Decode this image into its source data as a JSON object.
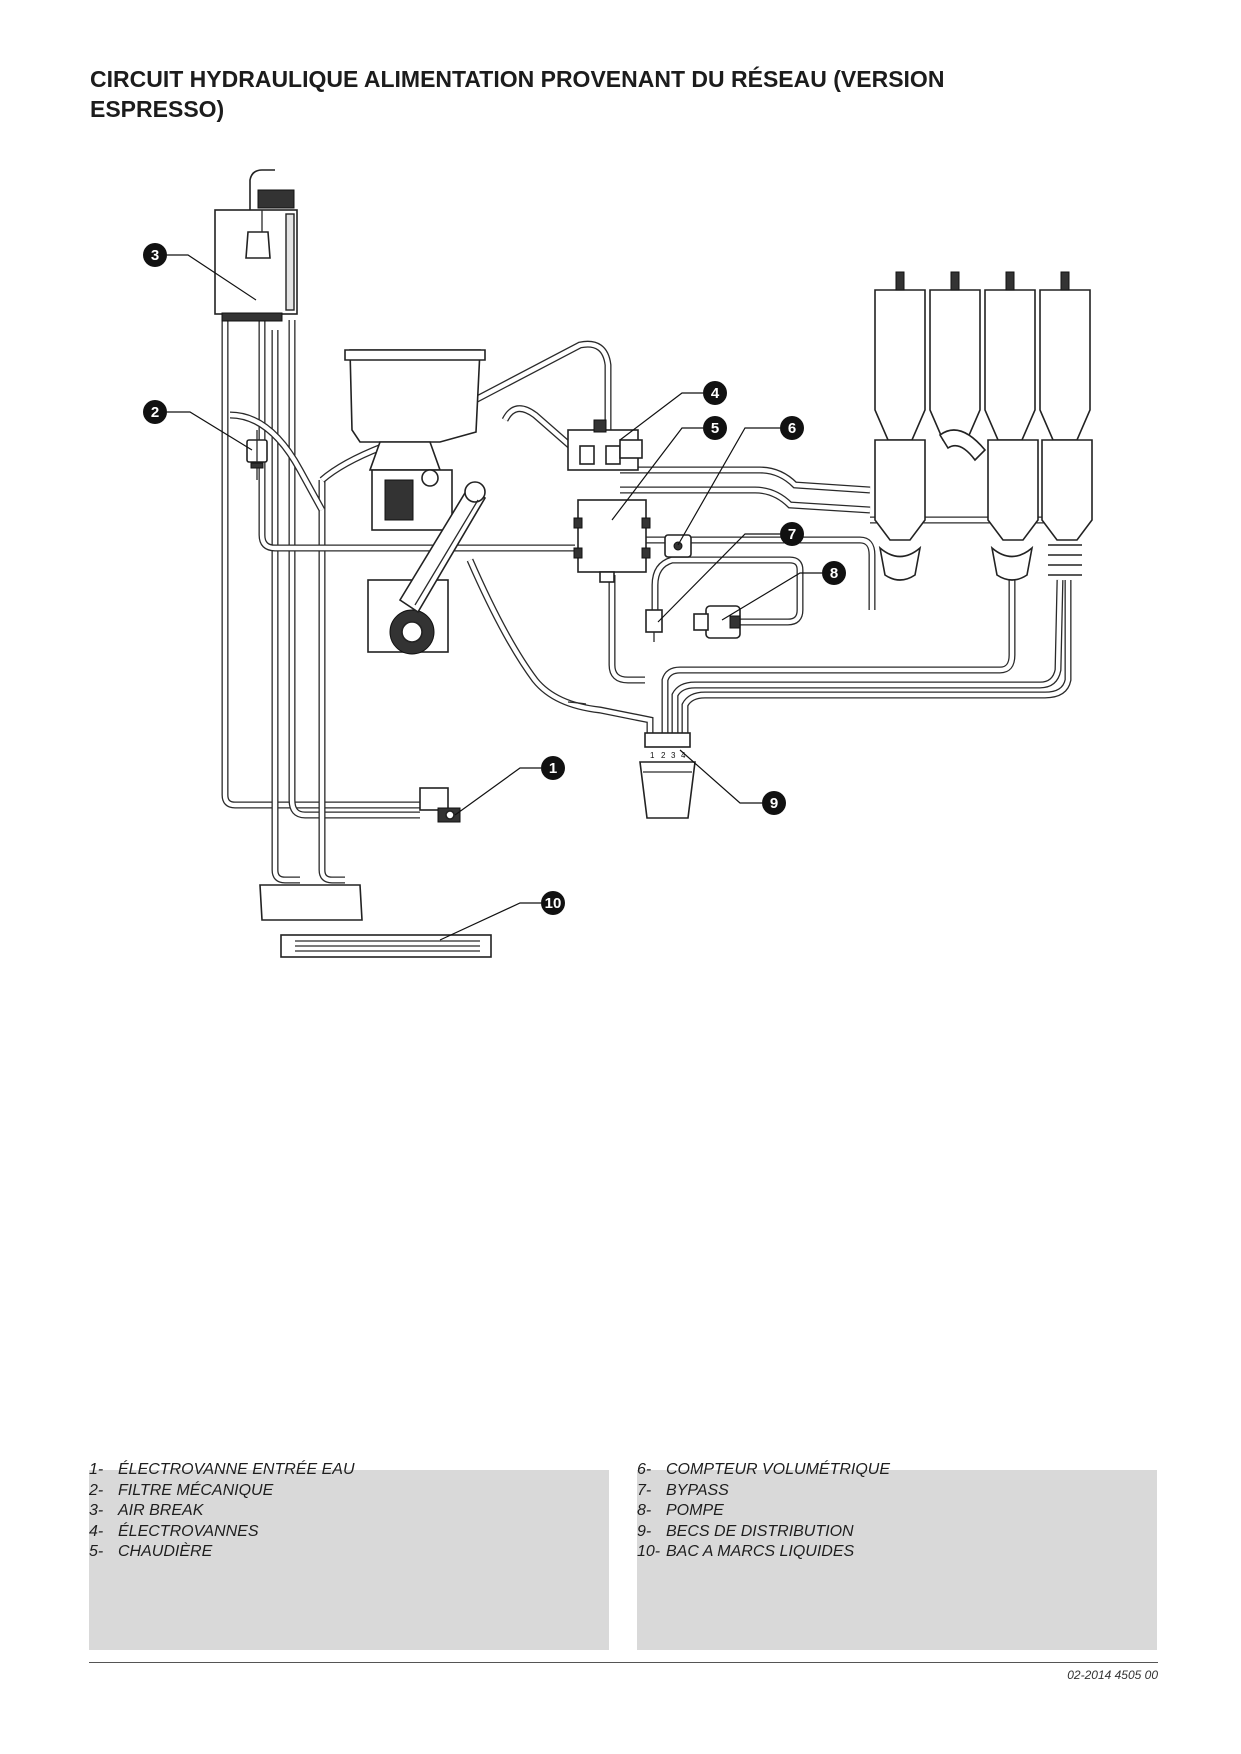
{
  "title": "CIRCUIT HYDRAULIQUE ALIMENTATION PROVENANT DU RÉSEAU (VERSION ESPRESSO)",
  "callouts": [
    "1",
    "2",
    "3",
    "4",
    "5",
    "6",
    "7",
    "8",
    "9",
    "10"
  ],
  "spout_numbers": [
    "1",
    "2",
    "3",
    "4"
  ],
  "legend_left": [
    {
      "num": "1-",
      "text": "ÉLECTROVANNE ENTRÉE EAU"
    },
    {
      "num": "2-",
      "text": "FILTRE MÉCANIQUE"
    },
    {
      "num": "3-",
      "text": "AIR BREAK"
    },
    {
      "num": "4-",
      "text": "ÉLECTROVANNES"
    },
    {
      "num": "5-",
      "text": "CHAUDIÈRE"
    }
  ],
  "legend_right": [
    {
      "num": "6-",
      "text": "COMPTEUR VOLUMÉTRIQUE"
    },
    {
      "num": "7-",
      "text": "BYPASS"
    },
    {
      "num": "8-",
      "text": "POMPE"
    },
    {
      "num": "9-",
      "text": "BECS DE DISTRIBUTION"
    },
    {
      "num": "10-",
      "text": "BAC A MARCS LIQUIDES"
    }
  ],
  "doc_ref": "02-2014 4505 00"
}
